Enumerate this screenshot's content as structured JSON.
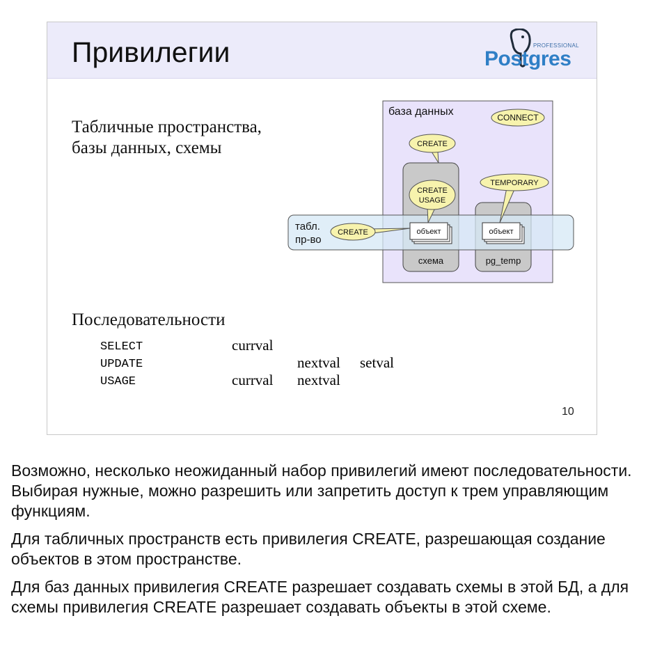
{
  "slide": {
    "title": "Привилегии",
    "logo": {
      "small_text": "PROFESSIONAL",
      "word": "Postgres"
    },
    "section1_line1": "Табличные пространства,",
    "section1_line2": "базы данных, схемы",
    "section2_heading": "Последовательности",
    "page_number": "10",
    "diagram": {
      "database_label": "база данных",
      "connect_bubble": "CONNECT",
      "create_db_bubble": "CREATE",
      "temporary_bubble": "TEMPORARY",
      "schema_bubble_line1": "CREATE",
      "schema_bubble_line2": "USAGE",
      "tablespace_label_line1": "табл.",
      "tablespace_label_line2": "пр-во",
      "tablespace_bubble": "CREATE",
      "object1": "объект",
      "object2": "объект",
      "schema_label": "схема",
      "pg_temp_label": "pg_temp"
    },
    "sequence_table": [
      {
        "privilege": "SELECT",
        "f1": "currval",
        "f2": "",
        "f3": ""
      },
      {
        "privilege": "UPDATE",
        "f1": "",
        "f2": "nextval",
        "f3": "setval"
      },
      {
        "privilege": "USAGE",
        "f1": "currval",
        "f2": "nextval",
        "f3": ""
      }
    ]
  },
  "notes": {
    "p1": "Возможно, несколько неожиданный набор привилегий имеют последовательности. Выбирая нужные, можно разрешить или запретить доступ к трем управляющим функциям.",
    "p2": "Для табличных пространств есть привилегия CREATE, разрешающая создание объектов в этом пространстве.",
    "p3": "Для баз данных привилегия CREATE разрешает создавать схемы в этой БД, а для схемы привилегия CREATE разрешает создавать объекты в этой схеме."
  },
  "colors": {
    "header_bg": "#ecebfa",
    "database_fill": "#e9e3fb",
    "schema_fill": "#c9c9c9",
    "tablespace_fill": "#deedf7",
    "bubble_fill": "#f7f3ad",
    "logo_blue": "#2f7fc6"
  }
}
